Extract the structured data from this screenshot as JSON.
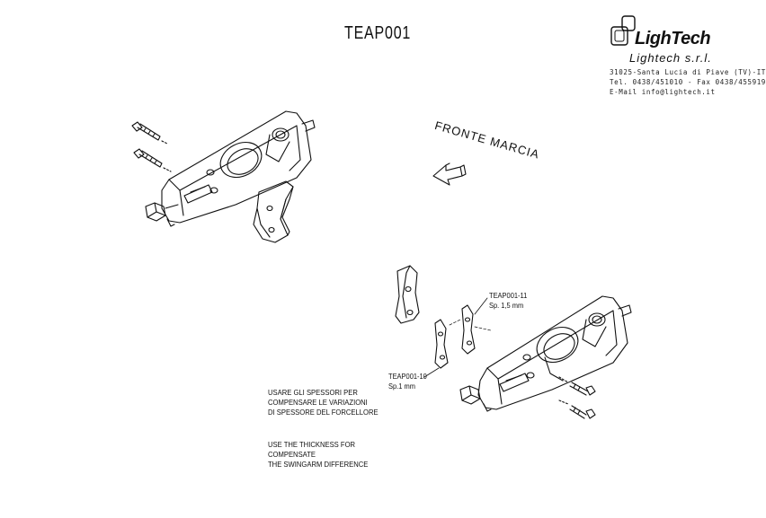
{
  "drawing": {
    "code": "TEAP001",
    "direction_label": "FRONTE MARCIA"
  },
  "company": {
    "logo_text": "LighTech",
    "name": "Lightech s.r.l.",
    "address": "31025-Santa Lucia di Piave (TV)-IT",
    "phone_fax": "Tel. 0438/451010 - Fax 0438/455919",
    "email": "E-Mail info@lightech.it"
  },
  "parts": {
    "spacer_15": {
      "code": "TEAP001-11",
      "thickness": "Sp. 1,5 mm"
    },
    "spacer_10": {
      "code": "TEAP001-10",
      "thickness": "Sp.1 mm"
    }
  },
  "notes": {
    "italian": [
      "USARE GLI SPESSORI PER",
      "COMPENSARE LE VARIAZIONI",
      "DI SPESSORE DEL FORCELLORE"
    ],
    "english": [
      "USE THE THICKNESS FOR",
      "COMPENSATE",
      "THE SWINGARM DIFFERENCE"
    ]
  }
}
